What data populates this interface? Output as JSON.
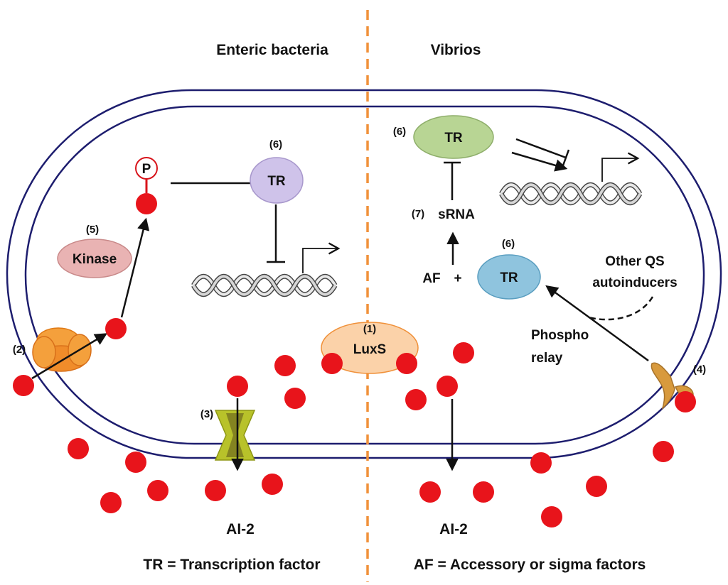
{
  "colors": {
    "membrane": "#1d1d6e",
    "ai2_molecule": "#e8141b",
    "divider": "#f0913a",
    "kinase_fill": "#e9b3b3",
    "tr_enteric_fill": "#cfc3ea",
    "tr_vibrio_top_fill": "#b8d594",
    "tr_vibrio_bottom_fill": "#8fc4de",
    "luxs_fill": "#fbd2a9",
    "transporter": "#b8c22a",
    "receptor": "#d89a3d",
    "pts": "#f08c2a"
  },
  "headers": {
    "left": "Enteric bacteria",
    "right": "Vibrios"
  },
  "left": {
    "phospho_label": "P",
    "kinase_label": "Kinase",
    "kinase_num": "(5)",
    "tr_label": "TR",
    "tr_num": "(6)",
    "pts_num": "(2)",
    "transporter_num": "(3)",
    "ai2_label": "AI-2"
  },
  "center": {
    "luxs_label": "LuxS",
    "luxs_num": "(1)"
  },
  "right": {
    "tr_top_label": "TR",
    "tr_top_num": "(6)",
    "srna_label": "sRNA",
    "srna_num": "(7)",
    "af_label": "AF",
    "plus_label": "+",
    "tr_bottom_label": "TR",
    "tr_bottom_num": "(6)",
    "other_qs_line1": "Other QS",
    "other_qs_line2": "autoinducers",
    "phospho_relay_line1": "Phospho",
    "phospho_relay_line2": "relay",
    "receptor_num": "(4)",
    "ai2_label": "AI-2"
  },
  "legend": {
    "left": "TR = Transcription factor",
    "right": "AF = Accessory or sigma factors"
  }
}
